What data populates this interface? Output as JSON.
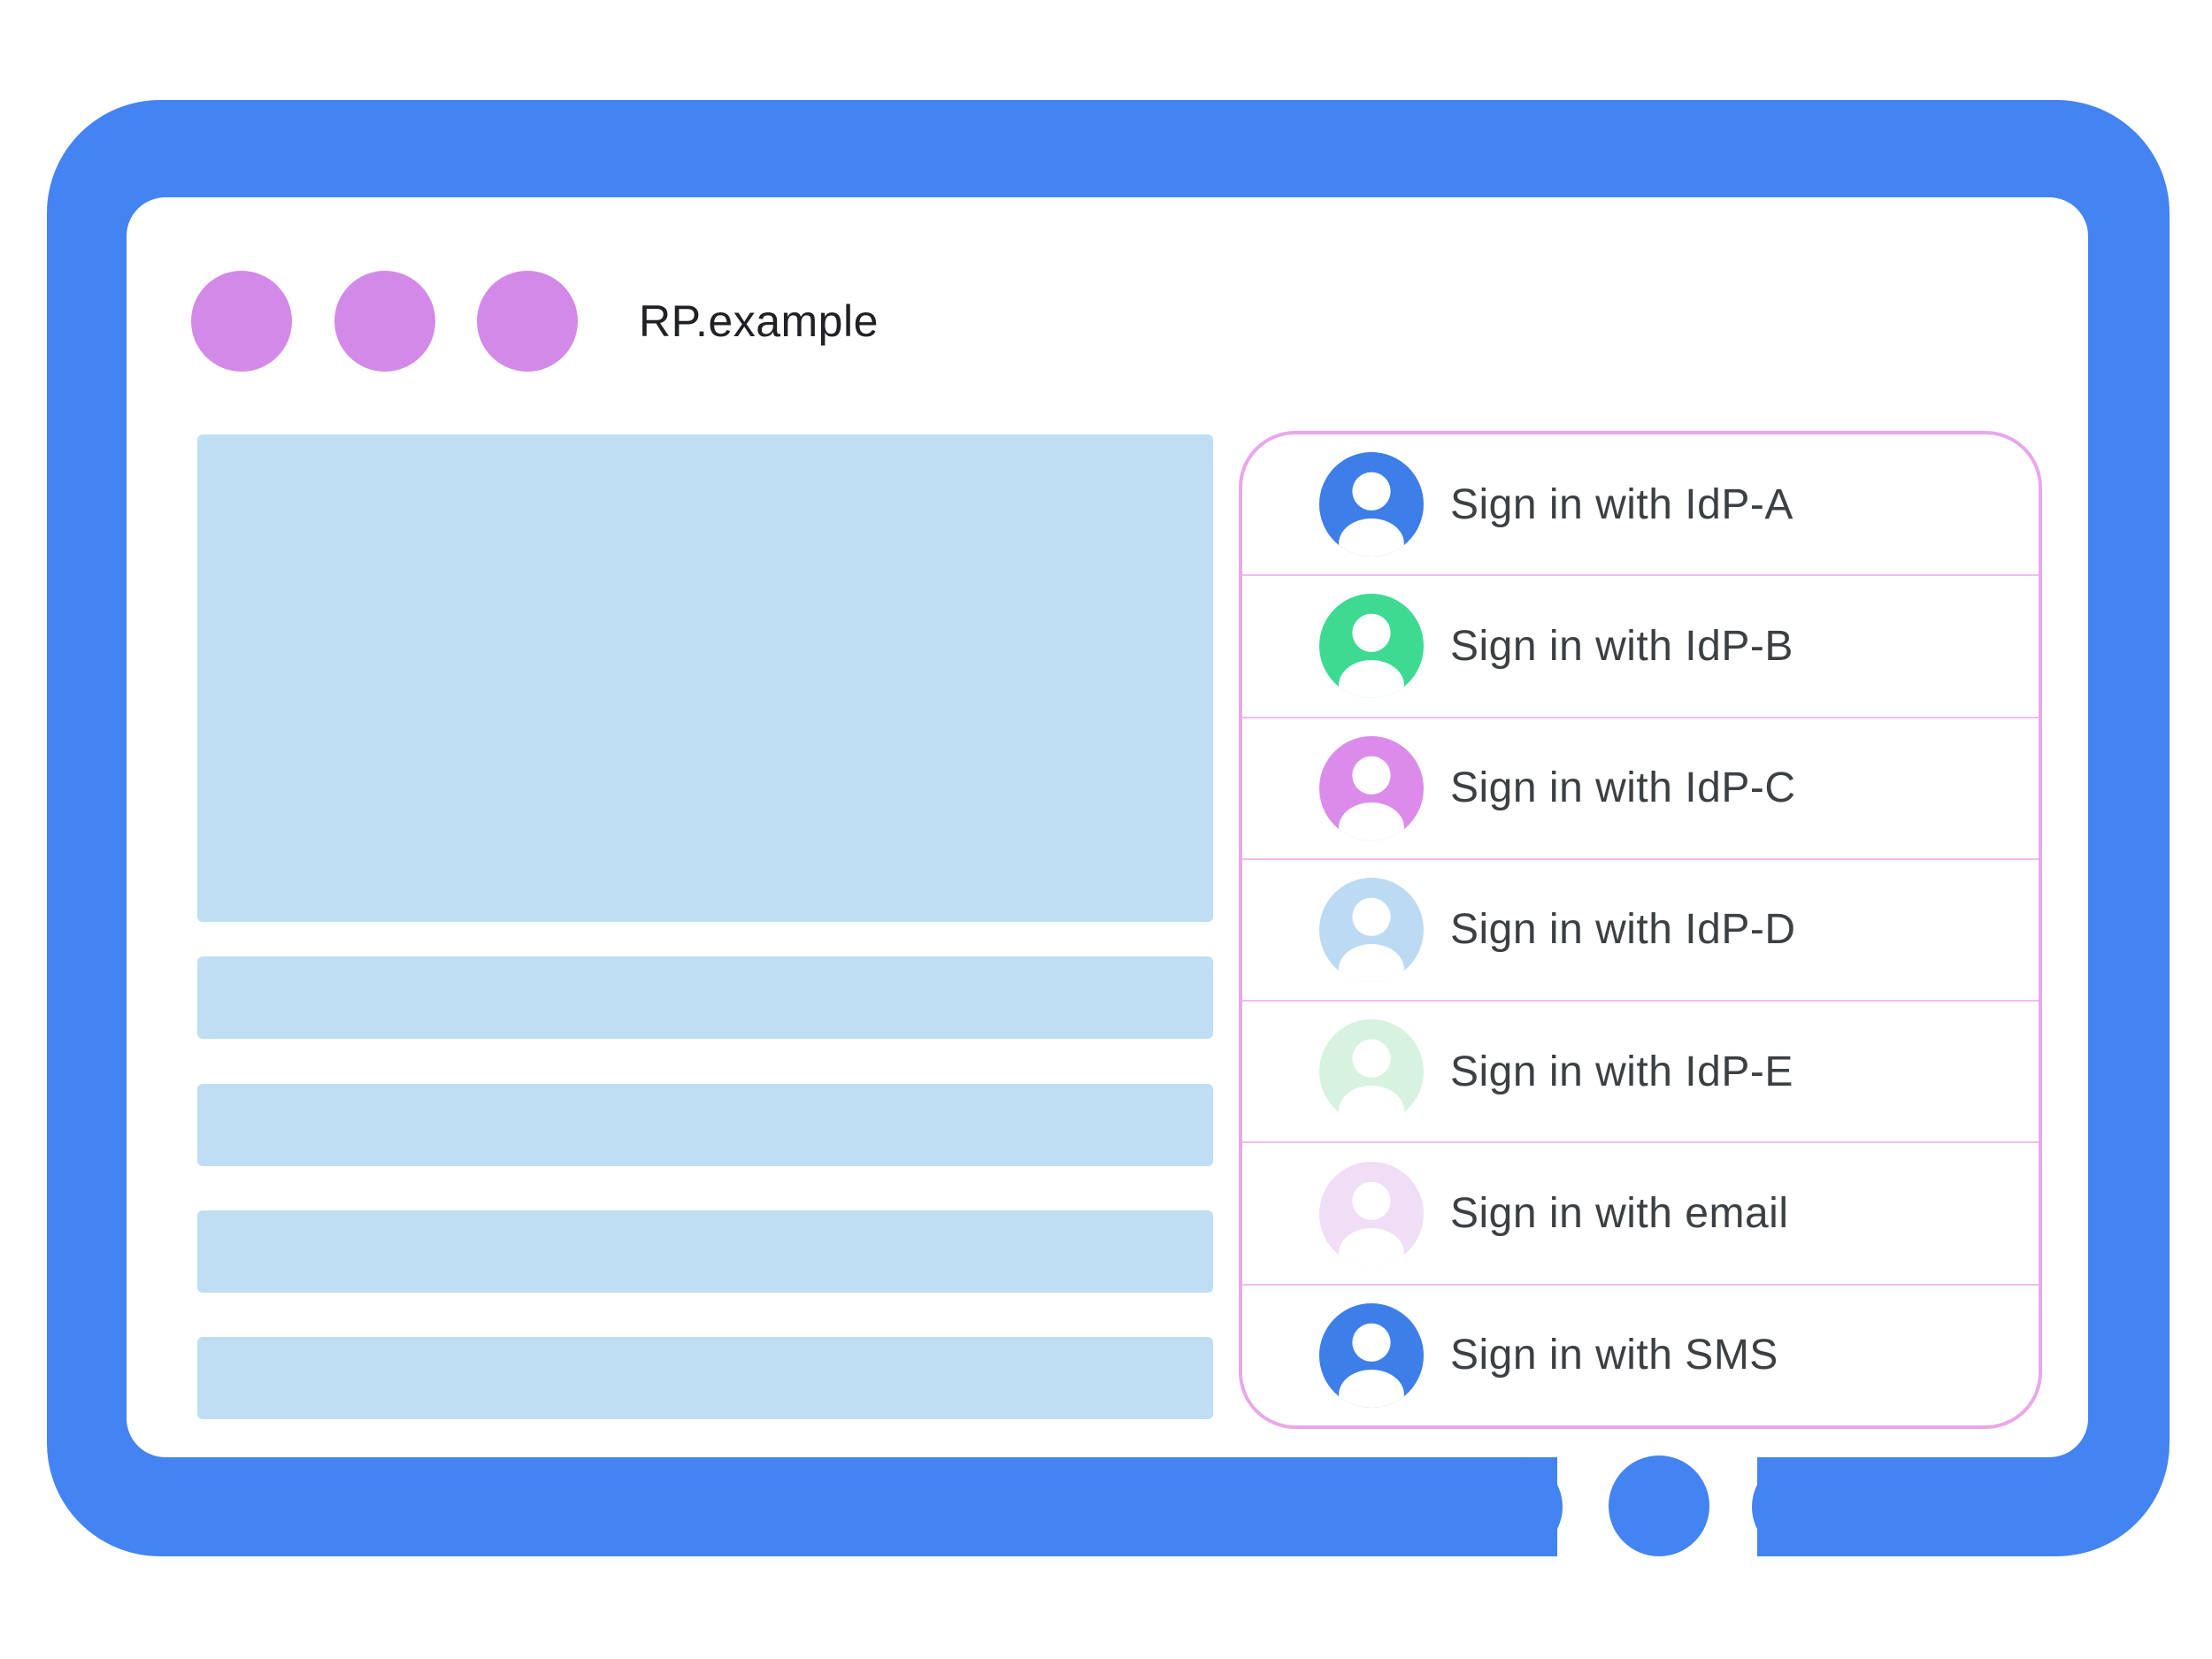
{
  "window": {
    "title": "RP.example",
    "dots": [
      "#D389E8",
      "#D389E8",
      "#D389E8"
    ]
  },
  "content": {
    "hero_placeholder": true,
    "bar_count": 4
  },
  "signin_panel": {
    "items": [
      {
        "label": "Sign in with IdP-A",
        "icon": "person-icon",
        "avatar_color": "#3D7EE8"
      },
      {
        "label": "Sign in with IdP-B",
        "icon": "person-icon",
        "avatar_color": "#3EDA92"
      },
      {
        "label": "Sign in with IdP-C",
        "icon": "person-icon",
        "avatar_color": "#DB8CEA"
      },
      {
        "label": "Sign in with IdP-D",
        "icon": "person-icon",
        "avatar_color": "#BDDAF3"
      },
      {
        "label": "Sign in with IdP-E",
        "icon": "person-icon",
        "avatar_color": "#D7F3E0"
      },
      {
        "label": "Sign in with email",
        "icon": "person-icon",
        "avatar_color": "#F0DDF6"
      },
      {
        "label": "Sign in with SMS",
        "icon": "person-icon",
        "avatar_color": "#3D7EE8"
      }
    ]
  },
  "colors": {
    "frame_blue": "#4483F2",
    "placeholder_blue": "#BFDEF4",
    "dot_purple": "#D389E8",
    "panel_border": "#E9A7EA",
    "divider_pink": "#F2BCF0",
    "text_dark": "#3C4043",
    "title_dark": "#202124",
    "avatar_glyph": "#FFFFFF"
  }
}
